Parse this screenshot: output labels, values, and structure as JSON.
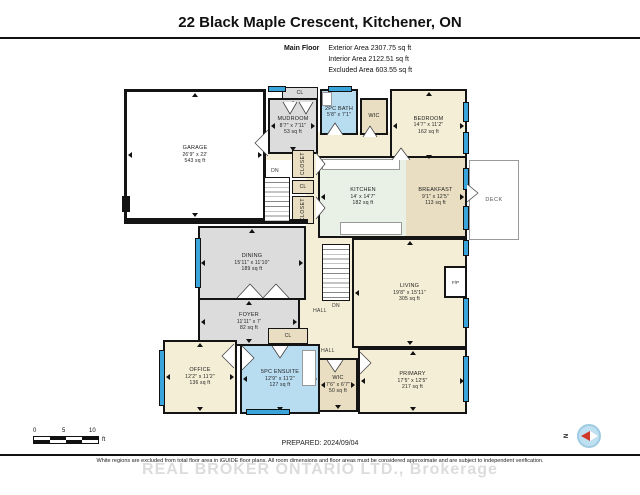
{
  "header": {
    "title": "22 Black Maple Crescent, Kitchener, ON",
    "floor_label": "Main Floor",
    "stats": [
      "Exterior Area 2307.75 sq ft",
      "Interior Area 2122.51 sq ft",
      "Excluded Area 603.55 sq ft"
    ]
  },
  "rooms": {
    "garage": {
      "name": "GARAGE",
      "dims": "26'9\" x 22'",
      "area": "543 sq ft"
    },
    "mudroom": {
      "name": "MUDROOM",
      "dims": "8'7\" x 7'11\"",
      "area": "53 sq ft"
    },
    "bath2pc": {
      "name": "2PC BATH",
      "dims": "5'8\" x 7'1\""
    },
    "wic_top": {
      "name": "WIC"
    },
    "bedroom": {
      "name": "BEDROOM",
      "dims": "14'7\" x 11'2\"",
      "area": "162 sq ft"
    },
    "kitchen": {
      "name": "KITCHEN",
      "dims": "14' x 14'7\"",
      "area": "182 sq ft"
    },
    "breakfast": {
      "name": "BREAKFAST",
      "dims": "9'1\" x 12'5\"",
      "area": "113 sq ft"
    },
    "deck": {
      "name": "DECK"
    },
    "dining": {
      "name": "DINING",
      "dims": "15'11\" x 11'10\"",
      "area": "189 sq ft"
    },
    "living": {
      "name": "LIVING",
      "dims": "19'8\" x 15'11\"",
      "area": "305 sq ft"
    },
    "foyer": {
      "name": "FOYER",
      "dims": "11'11\" x 7'",
      "area": "82 sq ft"
    },
    "office": {
      "name": "OFFICE",
      "dims": "12'2\" x 11'2\"",
      "area": "136 sq ft"
    },
    "ensuite": {
      "name": "5PC ENSUITE",
      "dims": "12'9\" x 11'2\"",
      "area": "127 sq ft"
    },
    "wic_bottom": {
      "name": "WIC",
      "dims": "7'6\" x 6'7\"",
      "area": "50 sq ft"
    },
    "primary": {
      "name": "PRIMARY",
      "dims": "17'5\" x 12'5\"",
      "area": "217 sq ft"
    }
  },
  "labels": {
    "dn": "DN",
    "hall": "HALL",
    "cl": "CL",
    "closet": "CLOSET",
    "fp": "F/P"
  },
  "scale": {
    "ticks": [
      "0",
      "5",
      "10"
    ],
    "unit": "ft"
  },
  "compass": {
    "north": "N"
  },
  "footer": {
    "prepared": "PREPARED: 2024/09/04",
    "disclaimer": "White regions are excluded from total floor area in iGUIDE floor plans. All room dimensions and floor areas must be considered approximate and are subject to independent verification.",
    "watermark": "REAL BROKER ONTARIO LTD., Brokerage"
  },
  "colors": {
    "c-cream": "#f5eed6",
    "c-gray": "#dcdcdc",
    "c-tan": "#eadec2",
    "c-mint": "#e9f0e5",
    "c-bath": "#b8ddf1",
    "c-window": "#3aa5da",
    "c-wall": "#141414",
    "c-compass": "#bfe0f0",
    "c-watermark": "#dcdcdc"
  }
}
